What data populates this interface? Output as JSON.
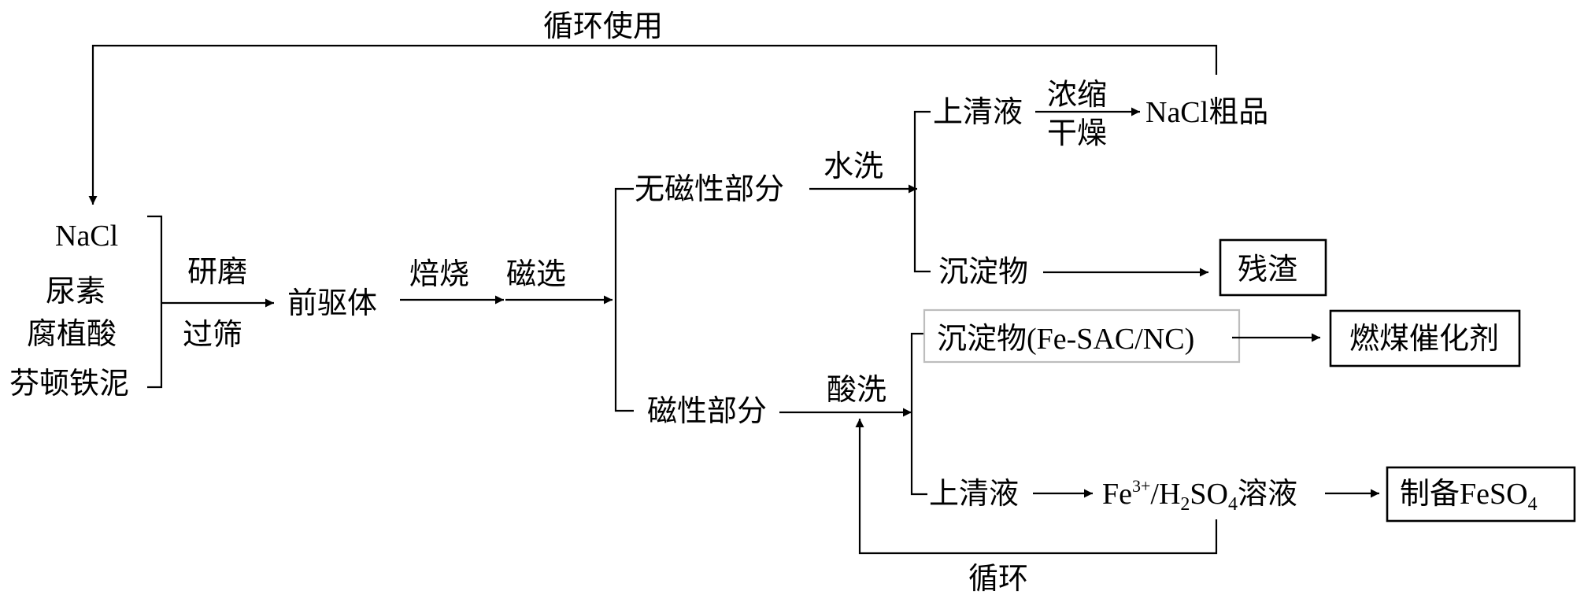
{
  "recycle_top_label": "循环使用",
  "recycle_bottom_label": "循环",
  "inputs": [
    "NaCl",
    "尿素",
    "腐植酸",
    "芬顿铁泥"
  ],
  "step_grind": "研磨",
  "step_sieve": "过筛",
  "precursor": "前驱体",
  "step_roast": "焙烧",
  "step_magnetic_sep": "磁选",
  "nonmagnetic_part": "无磁性部分",
  "magnetic_part": "磁性部分",
  "step_water_wash": "水洗",
  "step_acid_wash": "酸洗",
  "supernatant": "上清液",
  "step_concentrate": "浓缩",
  "step_dry": "干燥",
  "nacl_crude_product": "NaCl粗品",
  "precipitate": "沉淀物",
  "residue": "残渣",
  "precipitate_fe_sac": "沉淀物(Fe-SAC/NC)",
  "coal_catalyst": "燃煤催化剂",
  "supernatant_2": "上清液",
  "fe_solution": {
    "fe": "Fe",
    "charge": "3+",
    "slash_h": "/H",
    "sub2": "2",
    "so": "SO",
    "sub4": "4",
    "suffix": "溶液"
  },
  "prepare_feso4": {
    "prefix": "制备FeSO",
    "sub4": "4"
  }
}
